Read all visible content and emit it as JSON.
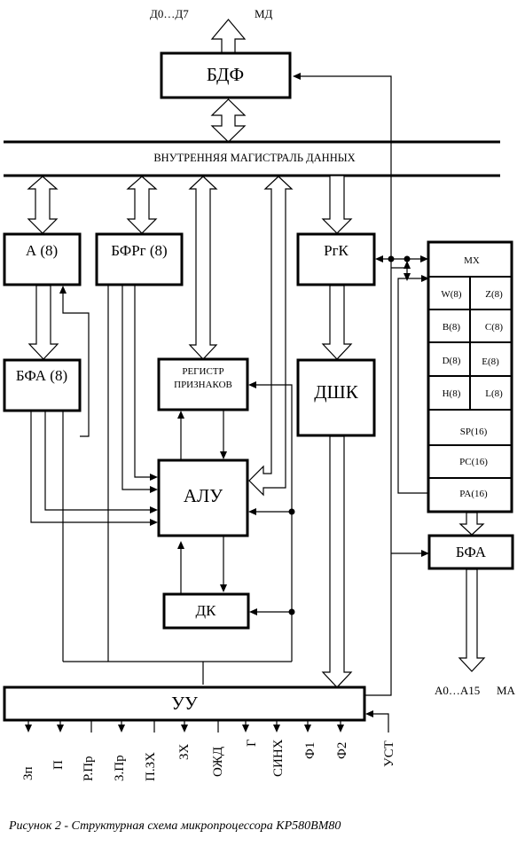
{
  "top_bus": {
    "data_pins": "Д0…Д7",
    "label": "МД"
  },
  "internal_bus": {
    "label": "ВНУТРЕННЯЯ МАГИСТРАЛЬ ДАННЫХ"
  },
  "blocks": {
    "bdf": "БДФ",
    "acc": "А (8)",
    "bfrg": "БФРг (8)",
    "rgk": "РгК",
    "bfa_acc": "БФА (8)",
    "flags_line1": "РЕГИСТР",
    "flags_line2": "ПРИЗНАКОВ",
    "alu": "АЛУ",
    "dshk": "ДШК",
    "dk": "ДК",
    "uu": "УУ",
    "bfa_addr": "БФА"
  },
  "register_file": {
    "mux": "МХ",
    "pairs": [
      {
        "left": "W(8)",
        "right": "Z(8)"
      },
      {
        "left": "B(8)",
        "right": "C(8)"
      },
      {
        "left": "D(8)",
        "right": "E(8)"
      },
      {
        "left": "H(8)",
        "right": "L(8)"
      }
    ],
    "wide": [
      "SP(16)",
      "PC(16)",
      "PA(16)"
    ]
  },
  "address_bus": {
    "pins": "А0…А15",
    "label": "МА"
  },
  "control_signals": [
    "Зп",
    "П",
    "Р.Пр",
    "З.Пр",
    "П.ЗХ",
    "ЗХ",
    "ОЖД",
    "Г",
    "СИНХ",
    "Ф1",
    "Ф2",
    "УСТ"
  ],
  "caption": "Рисунок 2 - Структурная схема микропроцессора КР580ВМ80"
}
